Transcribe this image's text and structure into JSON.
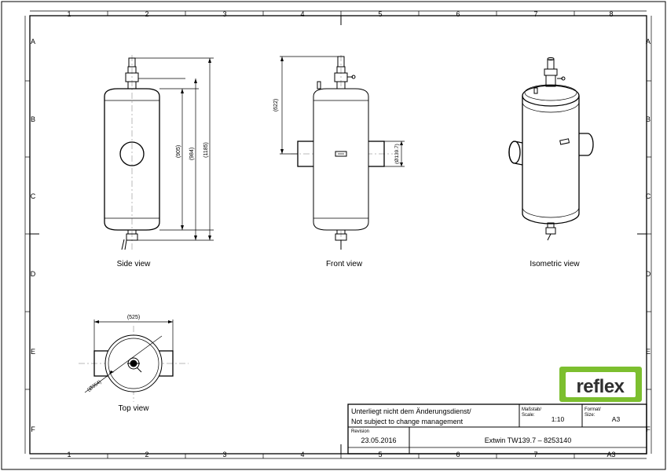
{
  "frame": {
    "columns": [
      "1",
      "2",
      "3",
      "4",
      "5",
      "6",
      "7",
      "8"
    ],
    "rows": [
      "A",
      "B",
      "C",
      "D",
      "E",
      "F"
    ],
    "bottom_columns": [
      "1",
      "2",
      "3",
      "4",
      "5",
      "6",
      "7",
      "A3"
    ]
  },
  "views": {
    "side": {
      "label": "Side view",
      "dims": [
        "(905)",
        "(984)",
        "(1185)"
      ]
    },
    "front": {
      "label": "Front view",
      "dims": [
        "(622)",
        "(Ø139.7)"
      ]
    },
    "isometric": {
      "label": "Isometric view"
    },
    "top": {
      "label": "Top view",
      "dims": [
        "(525)",
        "(Ø354)"
      ]
    }
  },
  "logo": {
    "text": "reflex",
    "color": "#7cbf2f",
    "text_color": "#2f2f2f"
  },
  "title_block": {
    "notice_de": "Unterliegt nicht dem Änderungsdienst/",
    "notice_en": "Not subject to change management",
    "scale_label_de": "Maßstab/",
    "scale_label_en": "Scale:",
    "scale_value": "1:10",
    "format_label_de": "Format/",
    "format_label_en": "Size:",
    "format_value": "A3",
    "revision_label": "Revision",
    "revision_date": "23.05.2016",
    "title": "Extwin  TW139.7  –  8253140"
  }
}
